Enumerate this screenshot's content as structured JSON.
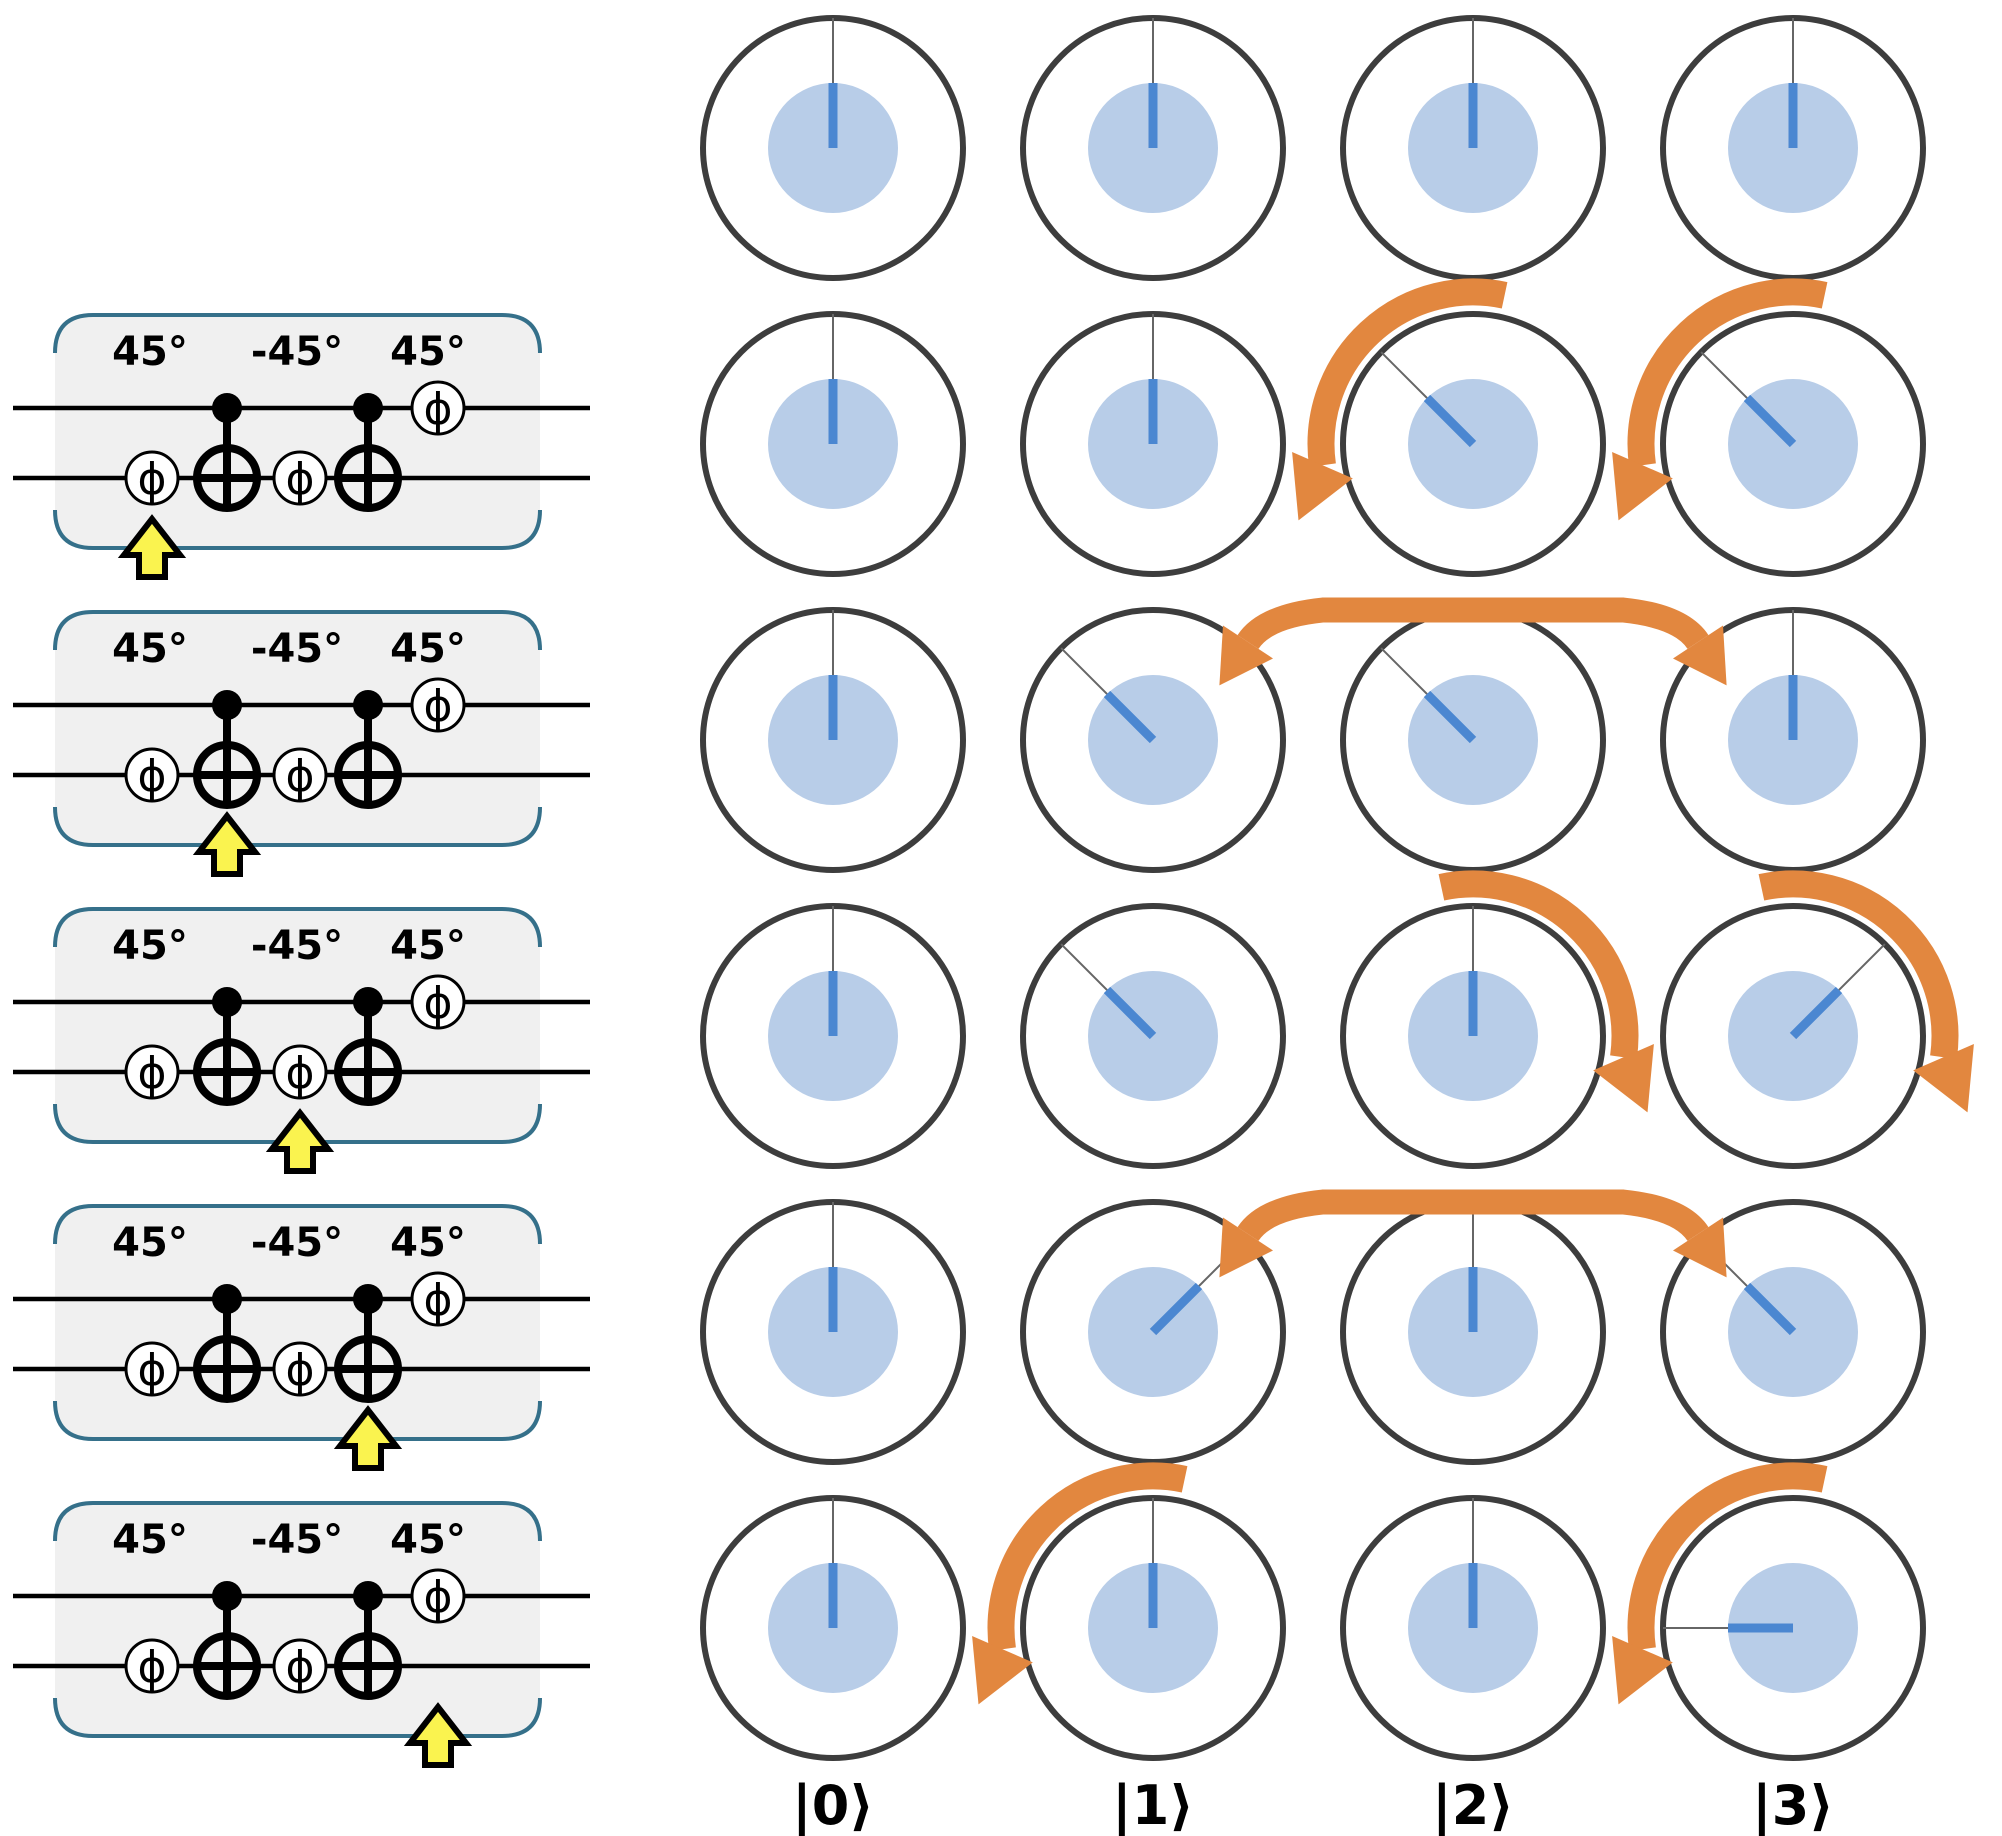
{
  "colors": {
    "ink": "#000000",
    "circle_outline": "#3d3d3d",
    "amplitude_disc": "#b8cde8",
    "phase_pointer": "#4b87d1",
    "phase_reference_line": "#666666",
    "rotation_arrow": "#e2873f",
    "circuit_box_border": "#35708a",
    "circuit_box_fill": "#f0f0f0",
    "highlight_arrow": "#faf34f",
    "gate_fill": "#ffffff"
  },
  "circuit_panel": {
    "angle_labels": [
      "45°",
      "-45°",
      "45°"
    ],
    "phase_gate_symbol": "ϕ",
    "step_kinds": [
      "phase-bottom",
      "cnot",
      "phase-bottom",
      "cnot",
      "phase-top"
    ],
    "circuits": [
      {
        "highlighted_step": 1
      },
      {
        "highlighted_step": 2
      },
      {
        "highlighted_step": 3
      },
      {
        "highlighted_step": 4
      },
      {
        "highlighted_step": 5
      }
    ]
  },
  "phase_grid": {
    "column_labels": [
      "|0⟩",
      "|1⟩",
      "|2⟩",
      "|3⟩"
    ],
    "rows": [
      {
        "phases_deg": [
          0,
          0,
          0,
          0
        ],
        "rotation_arrows": [],
        "swap_arrow": null
      },
      {
        "phases_deg": [
          0,
          0,
          45,
          45
        ],
        "rotation_arrows": [
          {
            "col": 2,
            "direction": "ccw"
          },
          {
            "col": 3,
            "direction": "ccw"
          }
        ],
        "swap_arrow": null
      },
      {
        "phases_deg": [
          0,
          45,
          45,
          0
        ],
        "rotation_arrows": [],
        "swap_arrow": {
          "from_col": 1,
          "to_col": 3
        }
      },
      {
        "phases_deg": [
          0,
          45,
          0,
          -45
        ],
        "rotation_arrows": [
          {
            "col": 2,
            "direction": "cw"
          },
          {
            "col": 3,
            "direction": "cw"
          }
        ],
        "swap_arrow": null
      },
      {
        "phases_deg": [
          0,
          -45,
          0,
          45
        ],
        "rotation_arrows": [],
        "swap_arrow": {
          "from_col": 1,
          "to_col": 3
        }
      },
      {
        "phases_deg": [
          0,
          0,
          0,
          90
        ],
        "rotation_arrows": [
          {
            "col": 1,
            "direction": "ccw"
          },
          {
            "col": 3,
            "direction": "ccw"
          }
        ],
        "swap_arrow": null
      }
    ]
  }
}
